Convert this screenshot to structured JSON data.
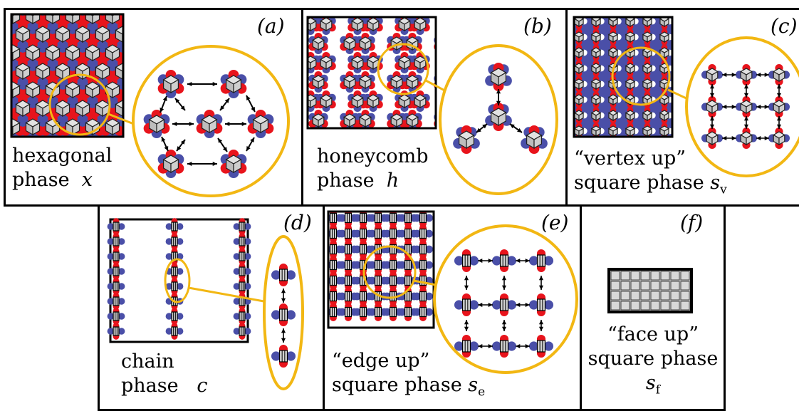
{
  "panels": [
    {
      "id": "a",
      "label": "(a)",
      "line1": "hexagonal",
      "line2": "phase",
      "symbol": "x",
      "sub": ""
    },
    {
      "id": "b",
      "label": "(b)",
      "line1": "honeycomb",
      "line2": "phase",
      "symbol": "h",
      "sub": ""
    },
    {
      "id": "c",
      "label": "(c)",
      "line1": "“vertex up”",
      "line2": "square phase",
      "symbol": "s",
      "sub": "v"
    },
    {
      "id": "d",
      "label": "(d)",
      "line1": "chain",
      "line2": "phase",
      "symbol": "c",
      "sub": ""
    },
    {
      "id": "e",
      "label": "(e)",
      "line1": "“edge up”",
      "line2": "square phase",
      "symbol": "s",
      "sub": "e"
    },
    {
      "id": "f",
      "label": "(f)",
      "line1": "“face up”",
      "line2": "square phase",
      "symbol": "s",
      "sub": "f"
    }
  ],
  "colors": {
    "red": "#e8141c",
    "blue": "#4a4fa8",
    "gold": "#f2b713",
    "cube": "#c8c8c8",
    "face": "#d8d8d8"
  }
}
